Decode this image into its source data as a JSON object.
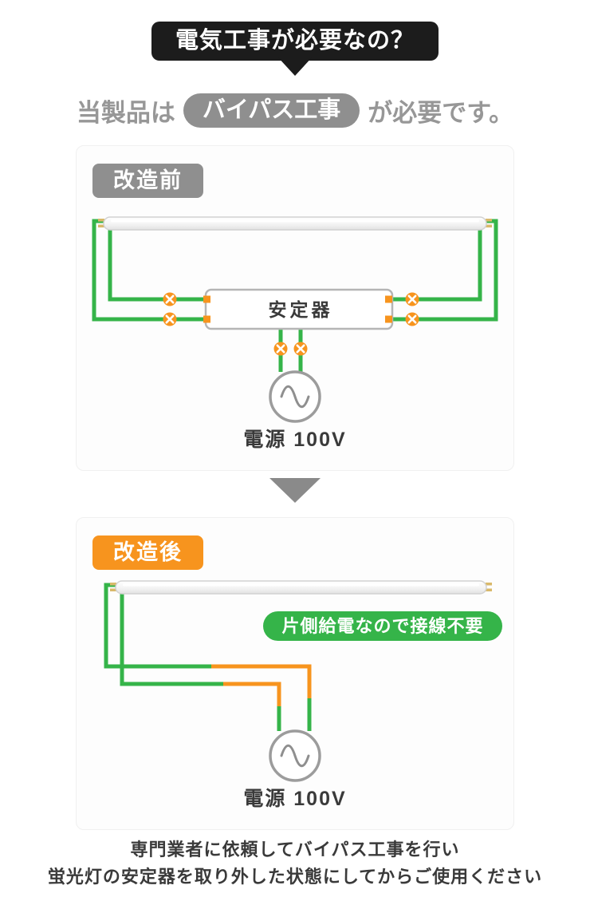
{
  "title_badge": "電気工事が必要なの？",
  "headline": {
    "prefix": "当製品は",
    "pill": "バイパス工事",
    "suffix": "が必要です。"
  },
  "panel_before": {
    "badge": "改造前",
    "ballast_label": "安定器",
    "power_label": "電源 100V"
  },
  "panel_after": {
    "badge": "改造後",
    "callout": "片側給電なので接線不要",
    "power_label": "電源 100V"
  },
  "footnote": {
    "line1": "専門業者に依頼してバイパス工事を行い",
    "line2": "蛍光灯の安定器を取り外した状態にしてからご使用ください"
  },
  "colors": {
    "black": "#1c1c1c",
    "gray-text": "#979797",
    "gray-badge": "#8f8f8f",
    "orange": "#f7941e",
    "green": "#35b449",
    "wire-gray": "#9c9c9c",
    "dark-text": "#3a3a3a"
  }
}
